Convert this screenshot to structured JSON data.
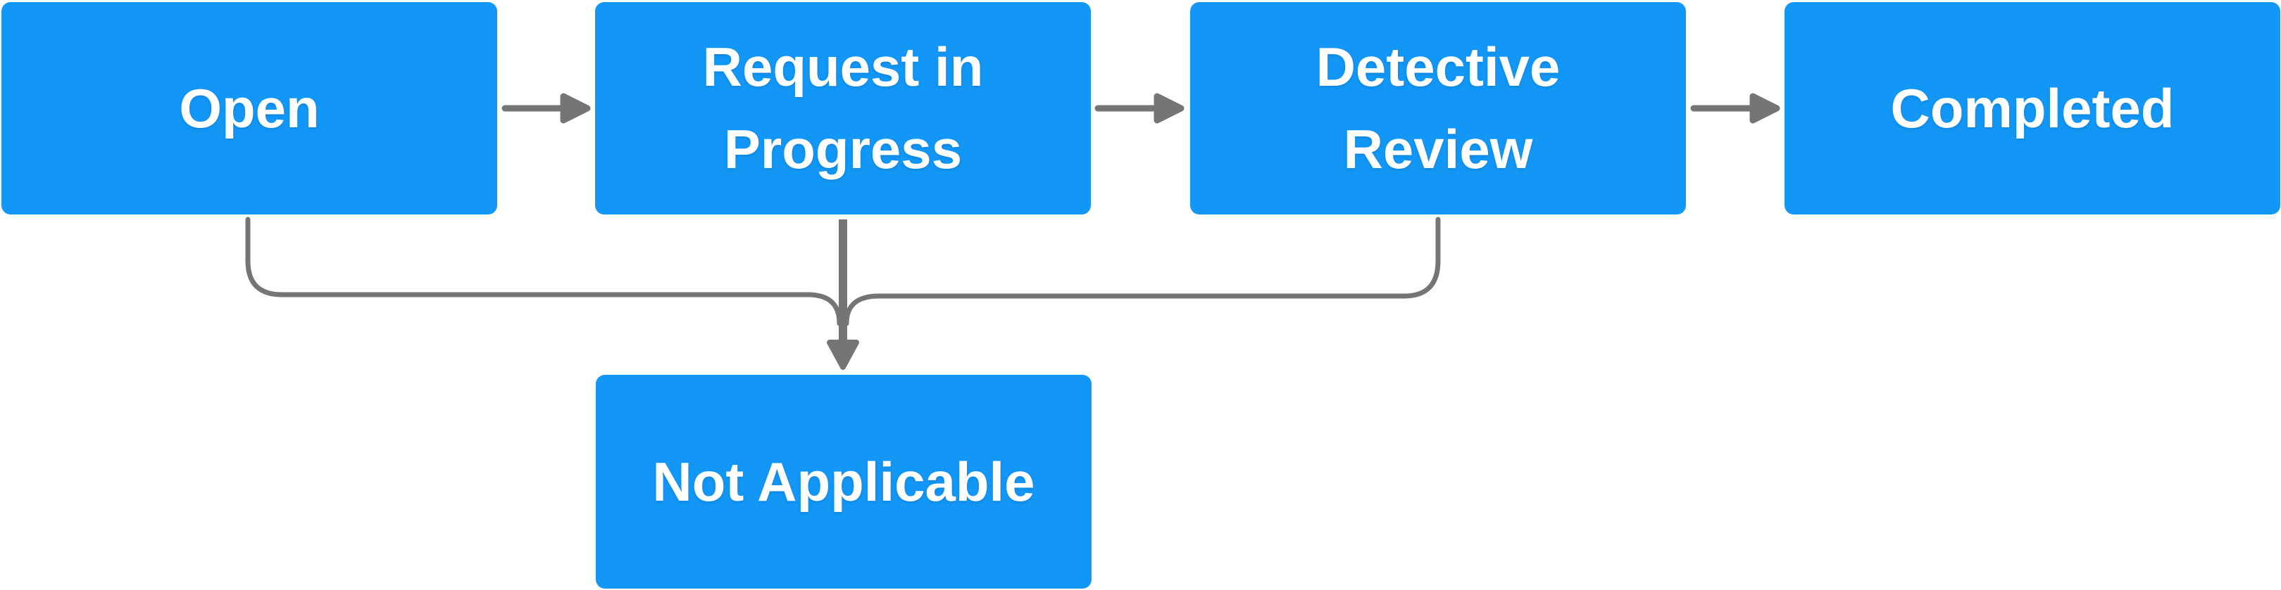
{
  "diagram": {
    "type": "flowchart",
    "background": "#FFFFFF",
    "nodes": [
      {
        "id": "open",
        "label": "Open"
      },
      {
        "id": "request-in-progress",
        "label": "Request in Progress"
      },
      {
        "id": "detective-review",
        "label": "Detective Review"
      },
      {
        "id": "completed",
        "label": "Completed"
      },
      {
        "id": "not-applicable",
        "label": "Not Applicable"
      }
    ],
    "edges": [
      {
        "from": "open",
        "to": "request-in-progress"
      },
      {
        "from": "request-in-progress",
        "to": "detective-review"
      },
      {
        "from": "detective-review",
        "to": "completed"
      },
      {
        "from": "open",
        "to": "not-applicable"
      },
      {
        "from": "request-in-progress",
        "to": "not-applicable"
      },
      {
        "from": "detective-review",
        "to": "not-applicable"
      }
    ],
    "colors": {
      "node_fill": "#1297F7",
      "node_text": "#FFFFFF",
      "connector": "#757575"
    }
  }
}
